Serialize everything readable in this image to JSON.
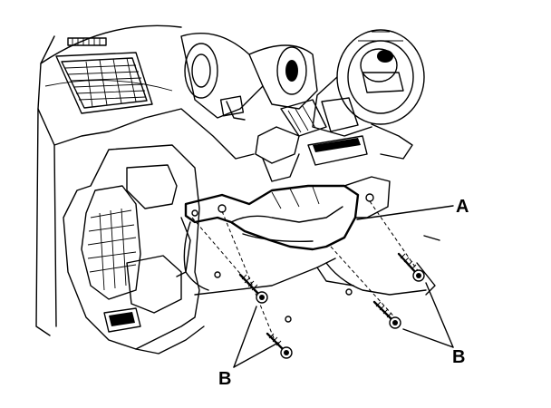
{
  "callouts": {
    "a": "A",
    "b_left": "B",
    "b_right": "B"
  }
}
